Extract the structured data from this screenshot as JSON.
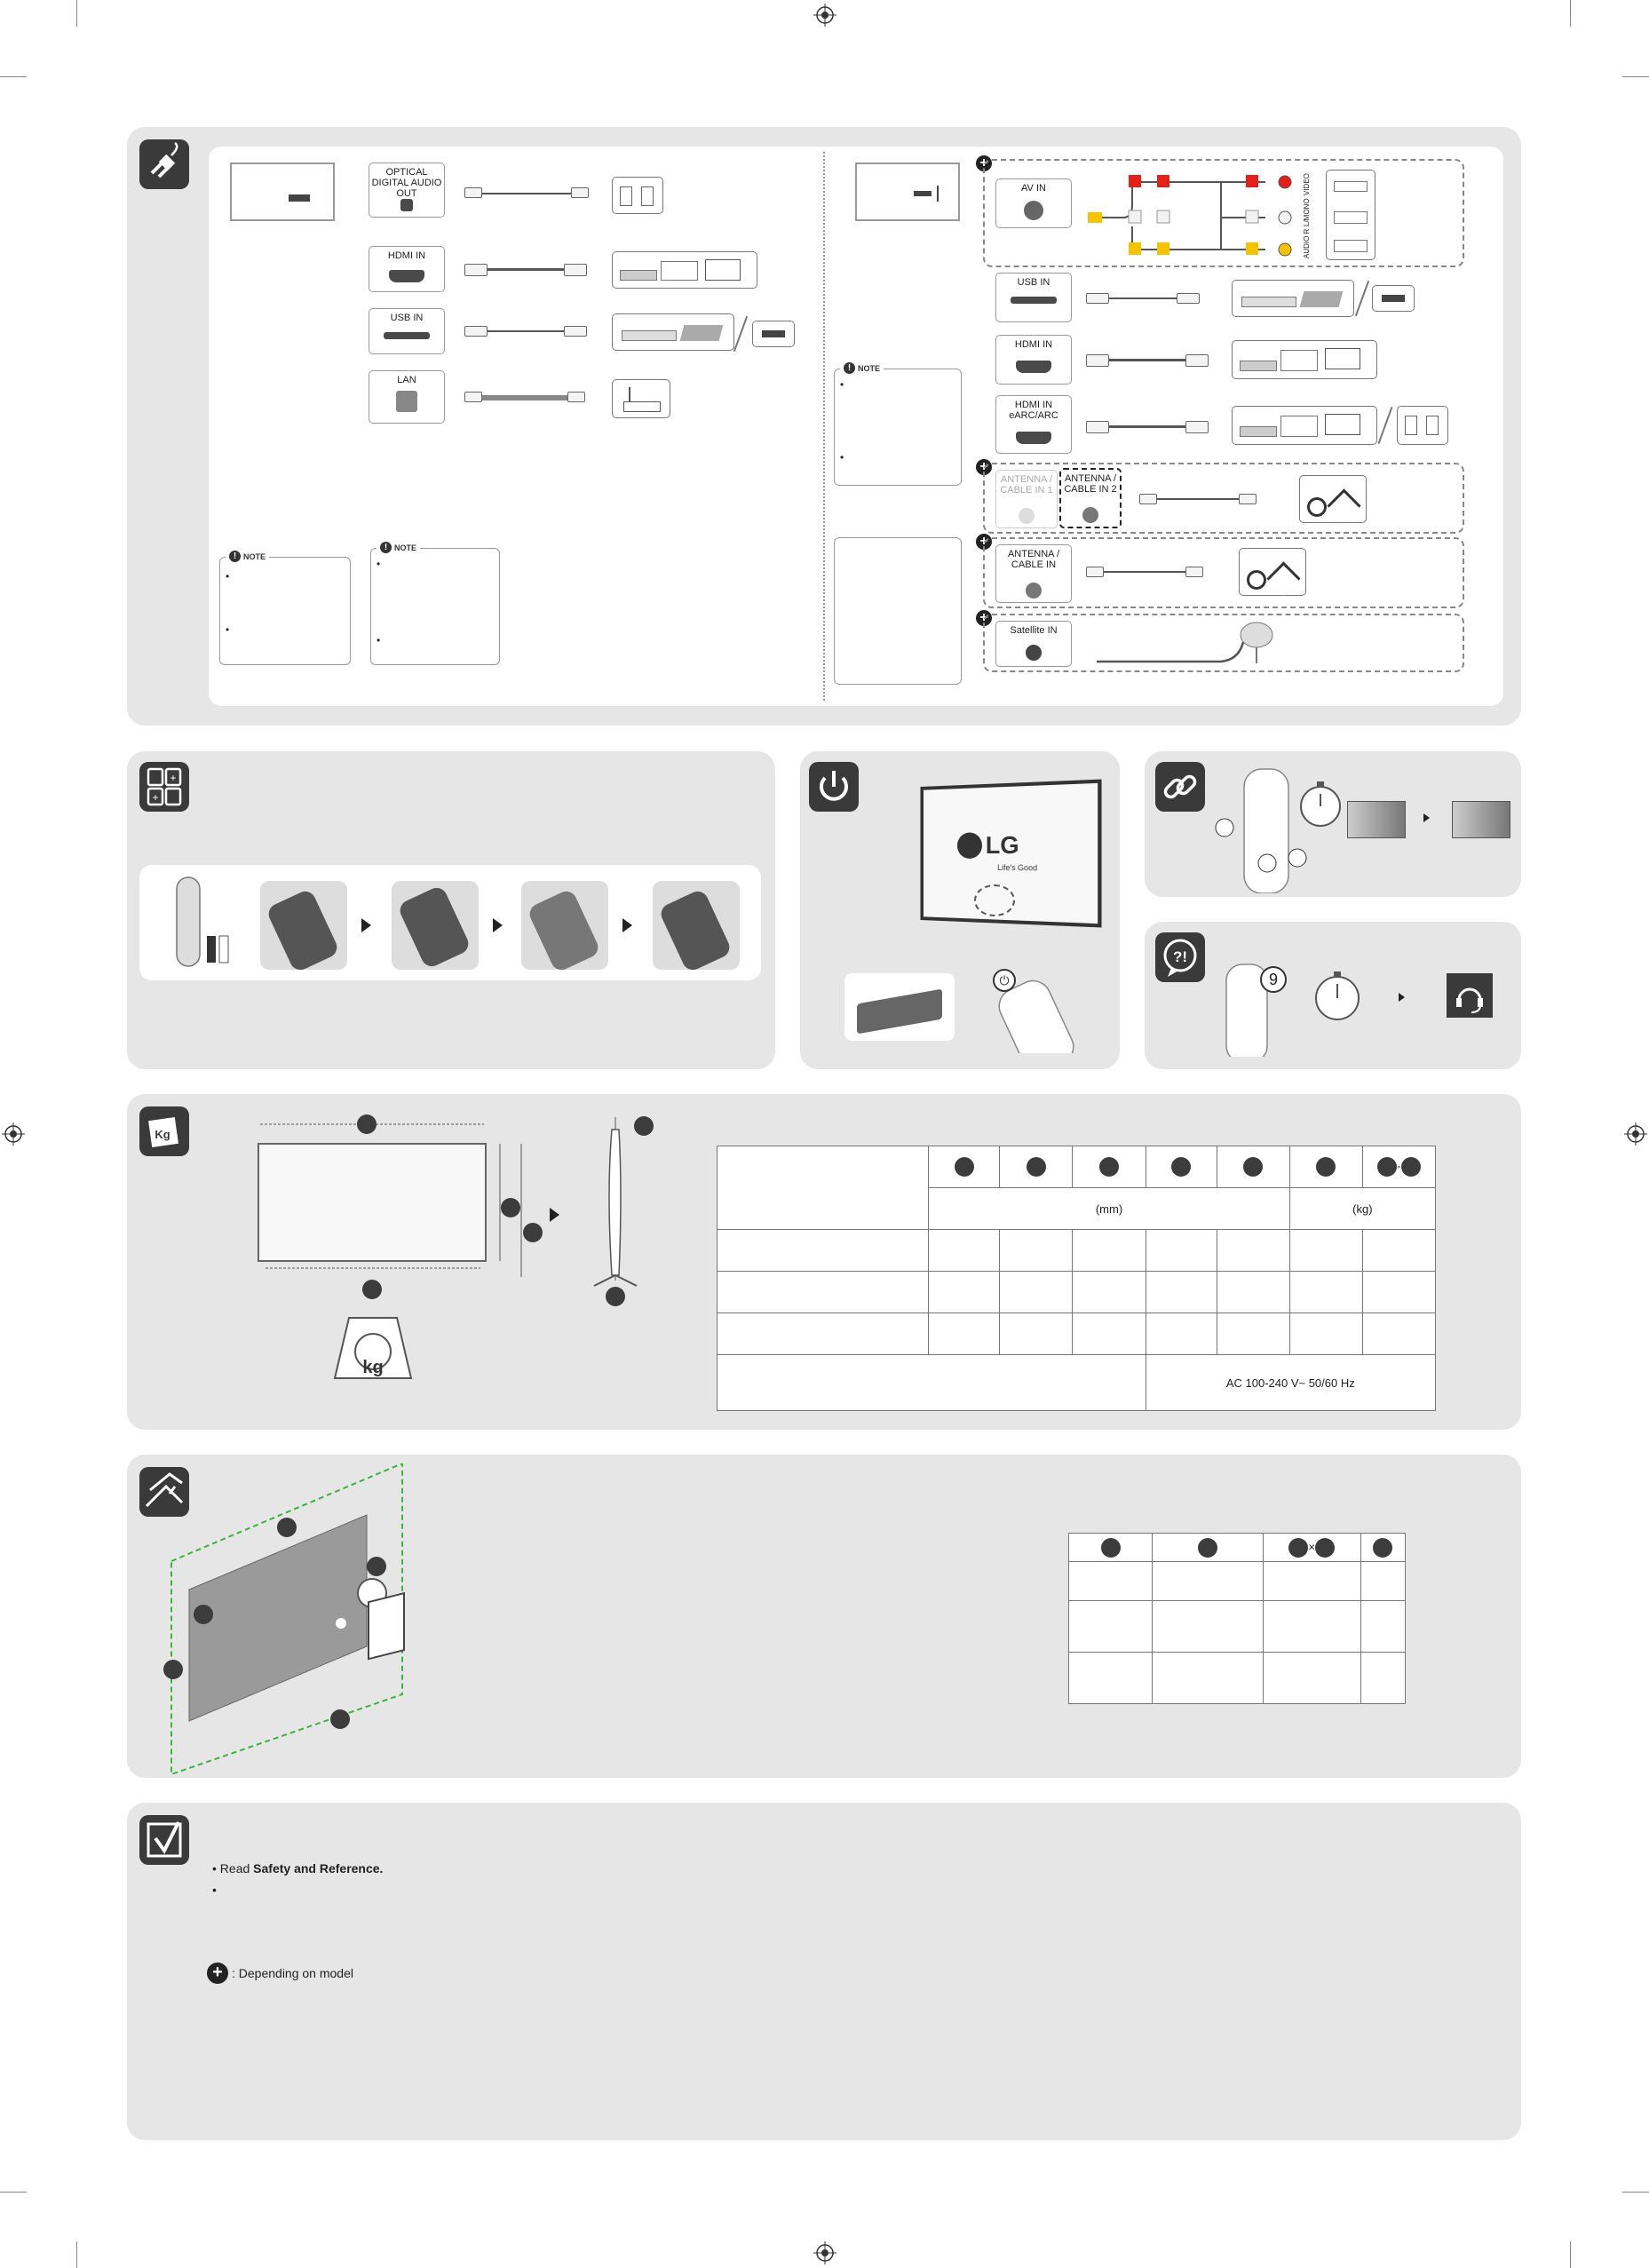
{
  "connections": {
    "left_ports": [
      {
        "label": "OPTICAL DIGITAL AUDIO OUT"
      },
      {
        "label": "HDMI IN"
      },
      {
        "label": "USB IN"
      },
      {
        "label": "LAN"
      }
    ],
    "right_ports": [
      {
        "label": "AV IN"
      },
      {
        "label": "USB IN"
      },
      {
        "label": "HDMI IN"
      },
      {
        "label": "HDMI IN eARC/ARC"
      },
      {
        "label": "ANTENNA / CABLE IN 1"
      },
      {
        "label": "ANTENNA / CABLE IN 2"
      },
      {
        "label": "ANTENNA / CABLE IN"
      },
      {
        "label": "Satellite IN"
      }
    ],
    "av_labels": [
      "AUDIO R",
      "L/MONO",
      "VIDEO"
    ],
    "note_label": "NOTE",
    "bullet": "•"
  },
  "power": {
    "brand": "LG",
    "slogan": "Life's Good"
  },
  "support": {
    "digit": "9"
  },
  "specs": {
    "header_units": {
      "mm": "(mm)",
      "kg": "(kg)"
    },
    "dash": "-",
    "power_value": "AC 100-240 V~ 50/60 Hz",
    "scale_unit": "kg"
  },
  "wall": {
    "times": "×"
  },
  "info": {
    "read_prefix": "• Read ",
    "read_bold": "Safety and Reference.",
    "bullet2": "•",
    "depending": ": Depending on model"
  },
  "colors": {
    "panel": "#e6e6e6",
    "icon_bg": "#3a3a3a",
    "rca_red": "#e32119",
    "rca_white": "#f2f2f2",
    "rca_yellow": "#f7c300",
    "wall_green": "#3cb43c"
  }
}
